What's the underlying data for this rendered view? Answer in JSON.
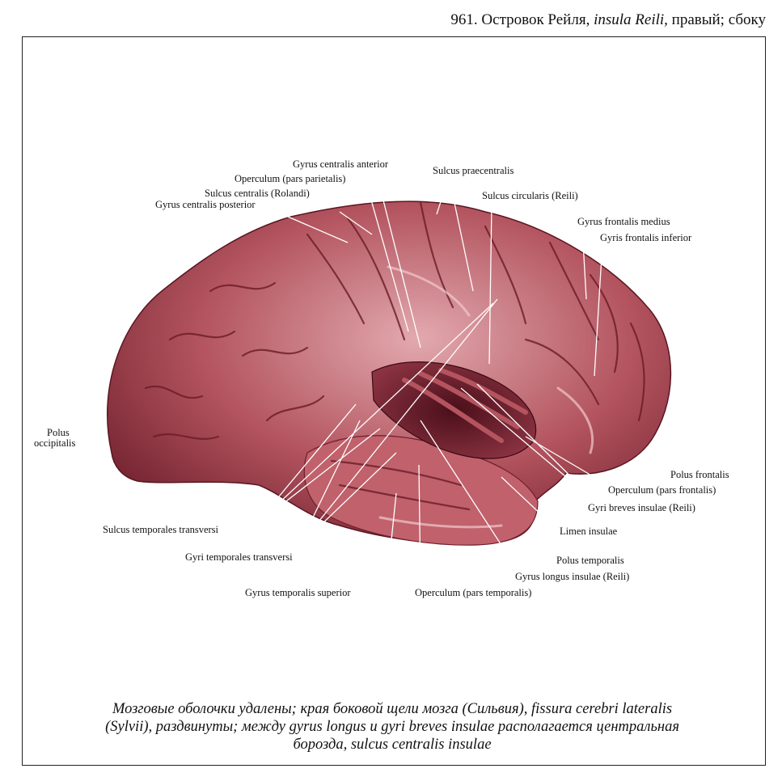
{
  "header": {
    "number": "961.",
    "title_ru": "Островок Рейля,",
    "title_latin": "insula Reili,",
    "title_suffix": "правый; сбоку"
  },
  "colors": {
    "brain": "#b3545f",
    "brain_dark": "#6e1f2c",
    "brain_light": "#e2a9ae",
    "line": "#ffffff",
    "text": "#111111"
  },
  "labels": {
    "gyrus_centralis_anterior": "Gyrus centralis anterior",
    "operculum_pars_parietalis": "Operculum (pars parietalis)",
    "sulcus_centralis_rolandi": "Sulcus centralis (Rolandi)",
    "gyrus_centralis_posterior": "Gyrus centralis posterior",
    "sulcus_praecentralis": "Sulcus praecentralis",
    "sulcus_circularis_reili": "Sulcus circularis (Reili)",
    "gyrus_frontalis_medius": "Gyrus frontalis medius",
    "gyris_frontalis_inferior": "Gyris frontalis inferior",
    "polus_occipitalis_1": "Polus",
    "polus_occipitalis_2": "occipitalis",
    "polus_frontalis": "Polus frontalis",
    "operculum_pars_frontalis": "Operculum (pars frontalis)",
    "gyri_breves_insulae": "Gyri breves insulae (Reili)",
    "limen_insulae": "Limen insulae",
    "polus_temporalis": "Polus temporalis",
    "gyrus_longus_insulae": "Gyrus longus insulae (Reili)",
    "sulcus_temporales_transversi": "Sulcus temporales transversi",
    "gyri_temporales_transversi": "Gyri temporales transversi",
    "gyrus_temporalis_superior": "Gyrus temporalis superior",
    "operculum_pars_temporalis": "Operculum (pars temporalis)"
  },
  "caption": {
    "line1": "Мозговые оболочки удалены; края боковой щели мозга (Сильвия), fissura cerebri lateralis",
    "line2": "(Sylvii), раздвинуты; между gyrus longus и gyri breves insulae располагается центральная",
    "line3": "борозда, sulcus centralis insulae"
  }
}
